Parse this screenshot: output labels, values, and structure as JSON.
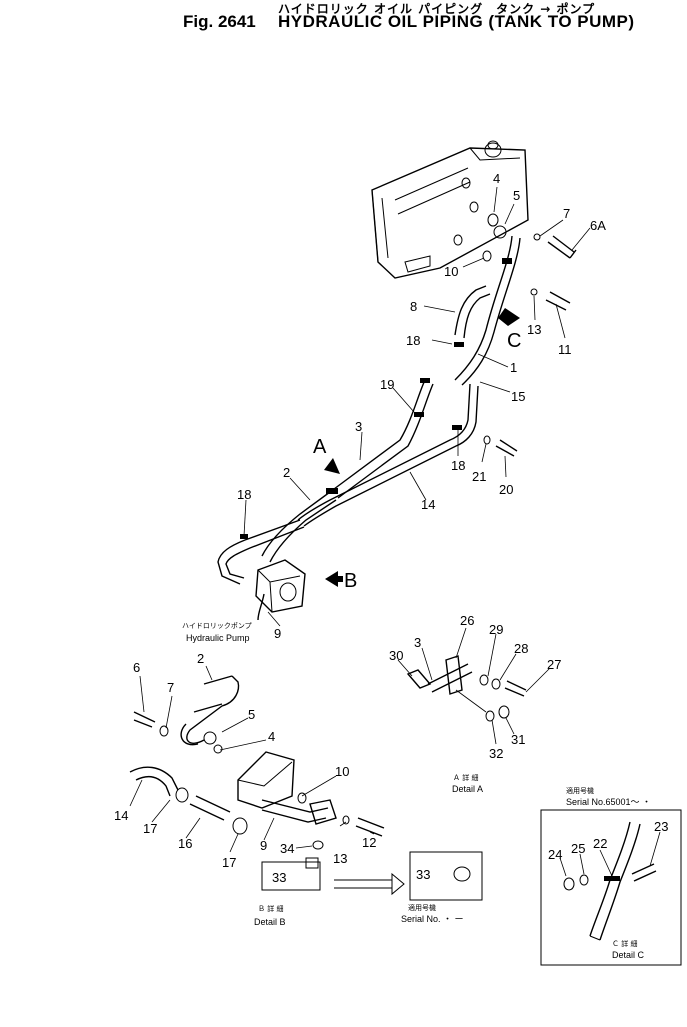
{
  "header": {
    "jp_title": "ハイドロリック オイル パイピング　タンク → ポンプ",
    "fig_number": "Fig. 2641",
    "title": "HYDRAULIC OIL PIPING (TANK TO PUMP)"
  },
  "pump_label": {
    "jp": "ハイドロリックポンプ",
    "en": "Hydraulic Pump"
  },
  "views": {
    "a": "A",
    "b": "B",
    "c": "C"
  },
  "details": {
    "a": {
      "jp": "Ａ 詳 細",
      "en": "Detail A"
    },
    "b": {
      "jp": "Ｂ 詳 細",
      "en": "Detail B"
    },
    "c": {
      "jp": "Ｃ 詳 細",
      "en": "Detail C"
    }
  },
  "serial": {
    "jp": "適用号機",
    "c_label": "Serial No.65001～ ・",
    "b_label": "Serial No. ・ ー"
  },
  "callouts": {
    "c4": "4",
    "c5": "5",
    "c7": "7",
    "c6A": "6A",
    "c10": "10",
    "c8": "8",
    "c13": "13",
    "c11": "11",
    "c18a": "18",
    "c1": "1",
    "c19": "19",
    "c15": "15",
    "c3": "3",
    "c18b": "18",
    "c21": "21",
    "c20": "20",
    "c14": "14",
    "c2": "2",
    "c18c": "18",
    "c9": "9",
    "dA_26": "26",
    "dA_3": "3",
    "dA_29": "29",
    "dA_28": "28",
    "dA_30": "30",
    "dA_27": "27",
    "dA_32": "32",
    "dA_31": "31",
    "dB_6": "6",
    "dB_2": "2",
    "dB_7": "7",
    "dB_5": "5",
    "dB_4": "4",
    "dB_10": "10",
    "dB_14": "14",
    "dB_17a": "17",
    "dB_16": "16",
    "dB_17b": "17",
    "dB_9": "9",
    "dB_34": "34",
    "dB_13": "13",
    "dB_12": "12",
    "dB_33": "33",
    "dB_33b": "33",
    "dC_23": "23",
    "dC_22": "22",
    "dC_25": "25",
    "dC_24": "24"
  }
}
